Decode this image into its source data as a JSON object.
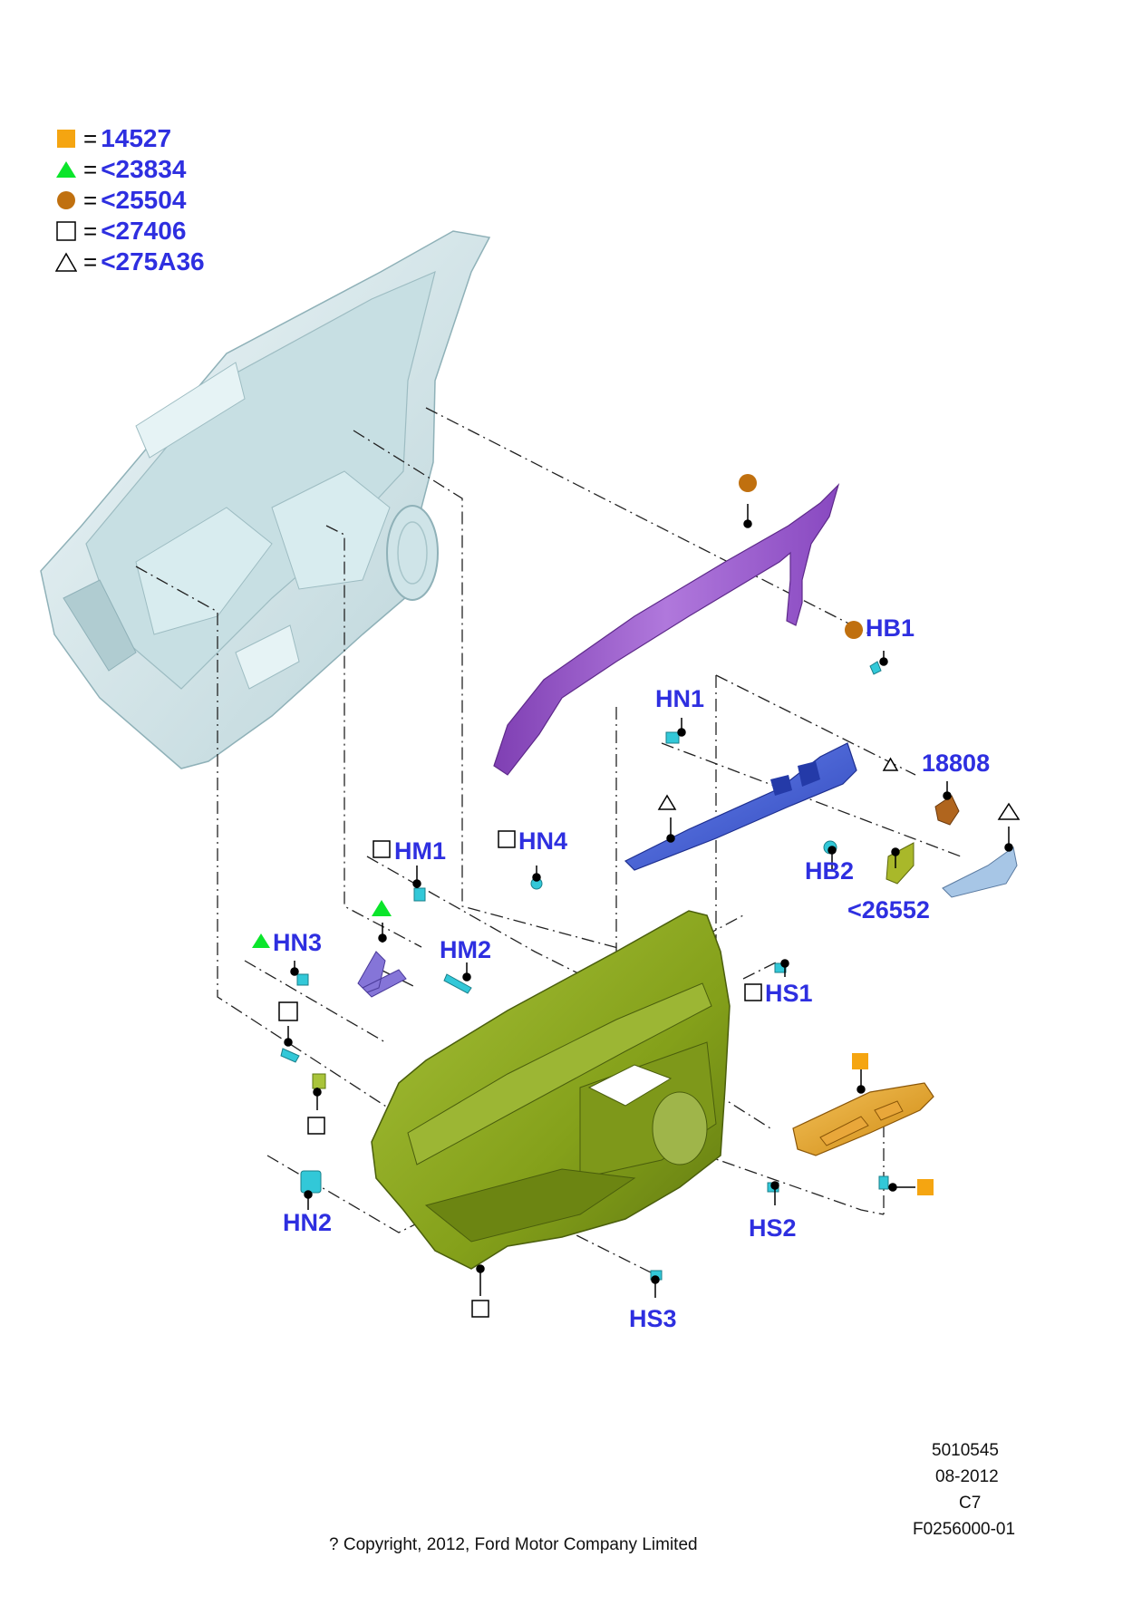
{
  "legend": [
    {
      "symbol": "filled-square",
      "color": "#f5a511",
      "eq": "=",
      "value": "14527"
    },
    {
      "symbol": "filled-triangle",
      "color": "#0be52b",
      "eq": "=",
      "value": "<23834"
    },
    {
      "symbol": "filled-circle",
      "color": "#c0700f",
      "eq": "=",
      "value": "<25504"
    },
    {
      "symbol": "open-square",
      "color": "#000000",
      "eq": "=",
      "value": "<27406"
    },
    {
      "symbol": "open-triangle",
      "color": "#000000",
      "eq": "=",
      "value": "<275A36"
    }
  ],
  "callouts": {
    "hb1": "HB1",
    "hn1": "HN1",
    "n18808": "18808",
    "hm1": "HM1",
    "hn4": "HN4",
    "hb2": "HB2",
    "n26552": "<26552",
    "hn3": "HN3",
    "hm2": "HM2",
    "hs1": "HS1",
    "hn2": "HN2",
    "hs2": "HS2",
    "hs3": "HS3"
  },
  "colors": {
    "label": "#2e2fe0",
    "door": "#d3e7ea",
    "trim_panel": "#8aa31c",
    "belt_moulding": "#9b59c9",
    "armrest_bezel": "#3a55d6",
    "switch_bezel": "#e6a21e",
    "fastener": "#32c8d8"
  },
  "footer": {
    "part_number": "5010545",
    "date": "08-2012",
    "code": "C7",
    "figure_id": "F0256000-01",
    "copyright": "? Copyright, 2012, Ford Motor Company Limited"
  }
}
